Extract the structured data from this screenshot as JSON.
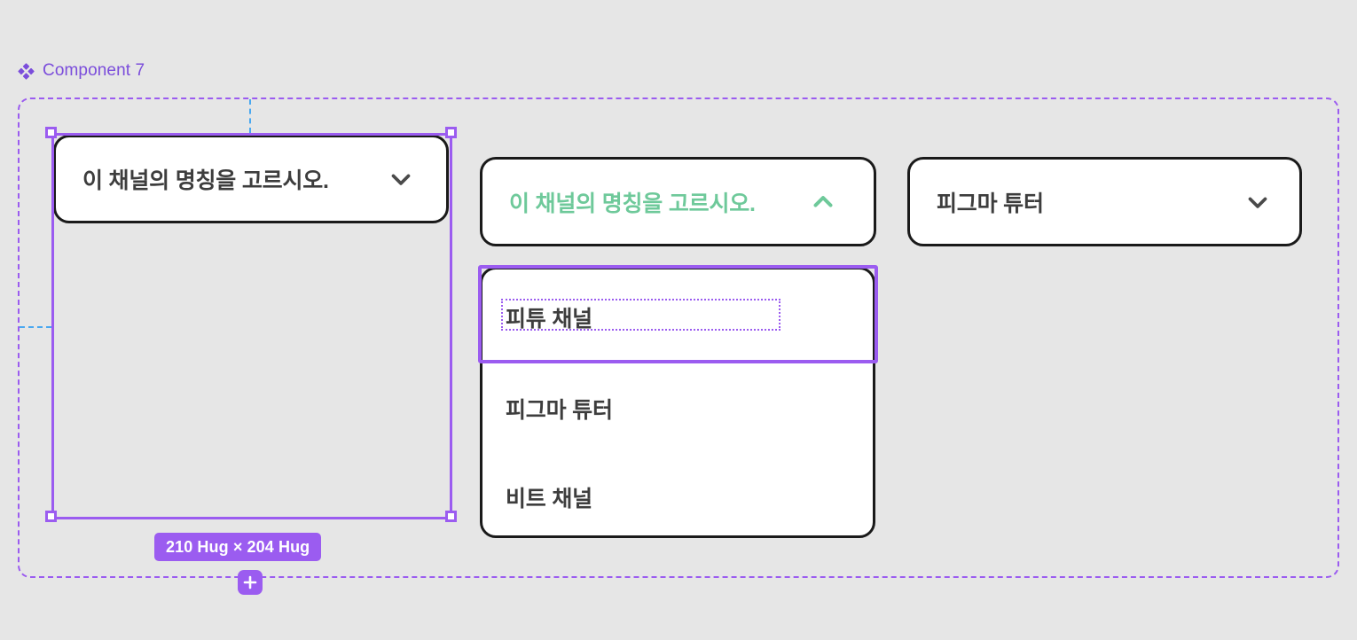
{
  "canvas": {
    "background_color": "#e6e6e6",
    "accent_color": "#9b5cf0",
    "guide_color": "#4aa8f0",
    "green_color": "#6ec99a",
    "card_border_color": "#1a1a1a"
  },
  "component": {
    "label": "Component 7",
    "icon": "component-diamond-icon"
  },
  "dropdowns": [
    {
      "id": "dropdown-1",
      "value": "이 채널의 명칭을 고르시오.",
      "state": "collapsed",
      "chevron": "chevron-down-icon",
      "text_color": "#3d3d3d"
    },
    {
      "id": "dropdown-2",
      "value": "이 채널의 명칭을 고르시오.",
      "state": "expanded",
      "chevron": "chevron-up-icon",
      "text_color": "#6ec99a"
    },
    {
      "id": "dropdown-3",
      "value": "피그마 튜터",
      "state": "collapsed",
      "chevron": "chevron-down-icon",
      "text_color": "#3d3d3d"
    }
  ],
  "option_list": {
    "options": [
      {
        "label": "피튜 채널",
        "selected": true
      },
      {
        "label": "피그마 튜터",
        "selected": false
      },
      {
        "label": "비트 채널",
        "selected": false
      }
    ]
  },
  "selection": {
    "size_badge": "210 Hug × 204 Hug",
    "add_button_icon": "plus-icon"
  }
}
